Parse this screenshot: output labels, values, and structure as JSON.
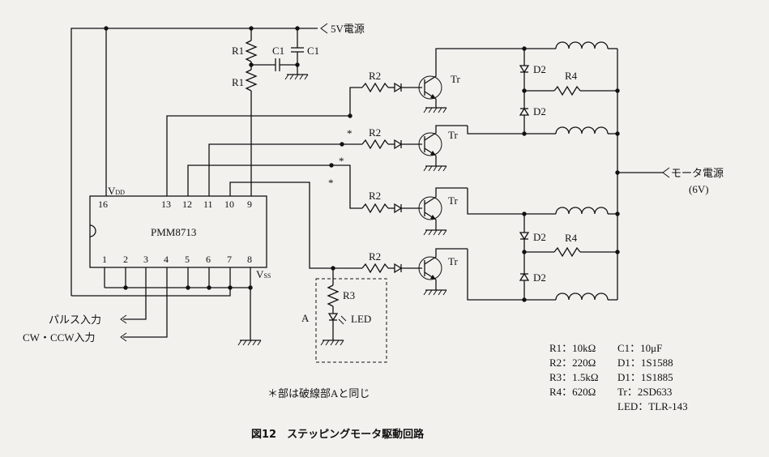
{
  "power": {
    "vcc_label": "5V電源",
    "motor_label": "モータ電源",
    "motor_voltage": "(6V)"
  },
  "ic": {
    "name": "PMM8713",
    "vdd": "V",
    "vdd_sub": "DD",
    "vss": "V",
    "vss_sub": "SS",
    "pins": {
      "p16": "16",
      "p13": "13",
      "p12": "12",
      "p11": "11",
      "p10": "10",
      "p9": "9",
      "p1": "1",
      "p2": "2",
      "p3": "3",
      "p4": "4",
      "p5": "5",
      "p6": "6",
      "p7": "7",
      "p8": "8"
    }
  },
  "inputs": {
    "pulse": "パルス入力",
    "cw_ccw": "CW・CCW入力"
  },
  "labels": {
    "r1a": "R1",
    "r1b": "R1",
    "c1a": "C1",
    "c1b": "C1",
    "r2a": "R2",
    "r2b": "R2",
    "r2c": "R2",
    "r2d": "R2",
    "tra": "Tr",
    "trb": "Tr",
    "trc": "Tr",
    "trd": "Tr",
    "d2a": "D2",
    "d2b": "D2",
    "d2c": "D2",
    "d2d": "D2",
    "r4a": "R4",
    "r4b": "R4",
    "r3": "R3",
    "led": "LED",
    "area_a": "A",
    "star1": "*",
    "star2": "*",
    "star3": "*"
  },
  "parts_list": {
    "col1": [
      "R1：10kΩ",
      "R2：220Ω",
      "R3：1.5kΩ",
      "R4：620Ω"
    ],
    "col2": [
      "C1：10μF",
      "D1：1S1588",
      "D1：1S1885",
      "Tr：2SD633",
      "LED：TLR-143"
    ]
  },
  "note": "＊部は破線部Aと同じ",
  "caption": "図12　ステッピングモータ駆動回路"
}
